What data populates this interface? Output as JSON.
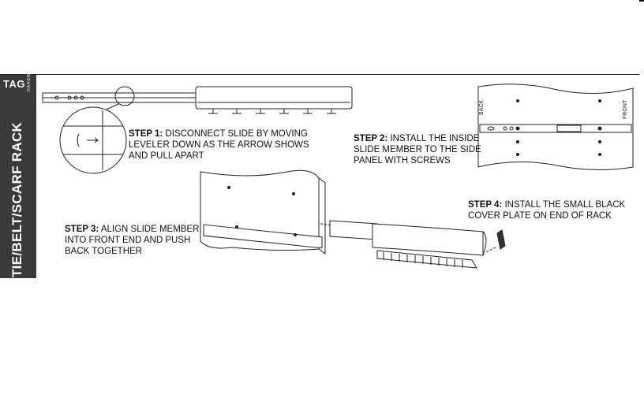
{
  "brand": {
    "name": "TAG",
    "sub": "HARDWARE"
  },
  "sidebar": {
    "title": "TIE/BELT/SCARF RACK"
  },
  "steps": [
    {
      "label": "STEP 1:",
      "line1": "DISCONNECT SLIDE BY MOVING",
      "line2": "LEVELER DOWN AS THE ARROW SHOWS",
      "line3": "AND PULL APART"
    },
    {
      "label": "STEP 2:",
      "line1": "INSTALL THE INSIDE",
      "line2": "SLIDE MEMBER TO THE SIDE",
      "line3": "PANEL WITH SCREWS"
    },
    {
      "label": "STEP 3:",
      "line1": "ALIGN SLIDE MEMBER",
      "line2": "INTO FRONT END AND PUSH",
      "line3": "BACK TOGETHER"
    },
    {
      "label": "STEP 4:",
      "line1": "INSTALL THE SMALL BLACK",
      "line2": "COVER PLATE ON END OF RACK",
      "line3": ""
    }
  ],
  "panel_labels": {
    "back": "BACK",
    "front": "FRONT"
  }
}
